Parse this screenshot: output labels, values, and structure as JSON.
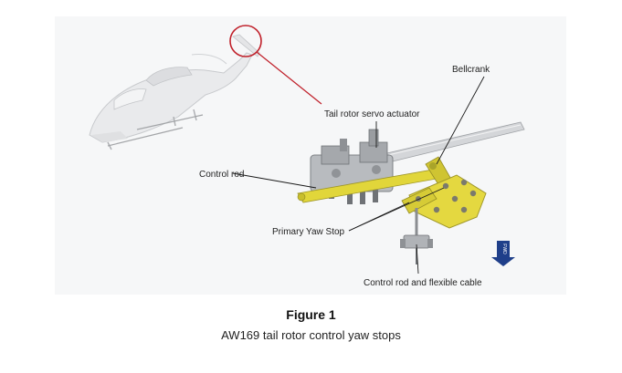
{
  "labels": {
    "bellcrank": "Bellcrank",
    "servo": "Tail rotor servo actuator",
    "control_rod": "Control rod",
    "yaw_stop": "Primary Yaw Stop",
    "flexible_cable": "Control rod and flexible cable",
    "fwd": "FWD"
  },
  "caption": {
    "title": "Figure 1",
    "text": "AW169 tail rotor control yaw stops"
  },
  "colors": {
    "highlight_circle": "#c0202a",
    "callout_line": "#1a1a1a",
    "yellow_part": "#e1d63a",
    "helicopter": "#e9eaec",
    "arrow": "#1f3f8a"
  },
  "icons": {
    "fwd_arrow": "arrow-down-icon"
  }
}
